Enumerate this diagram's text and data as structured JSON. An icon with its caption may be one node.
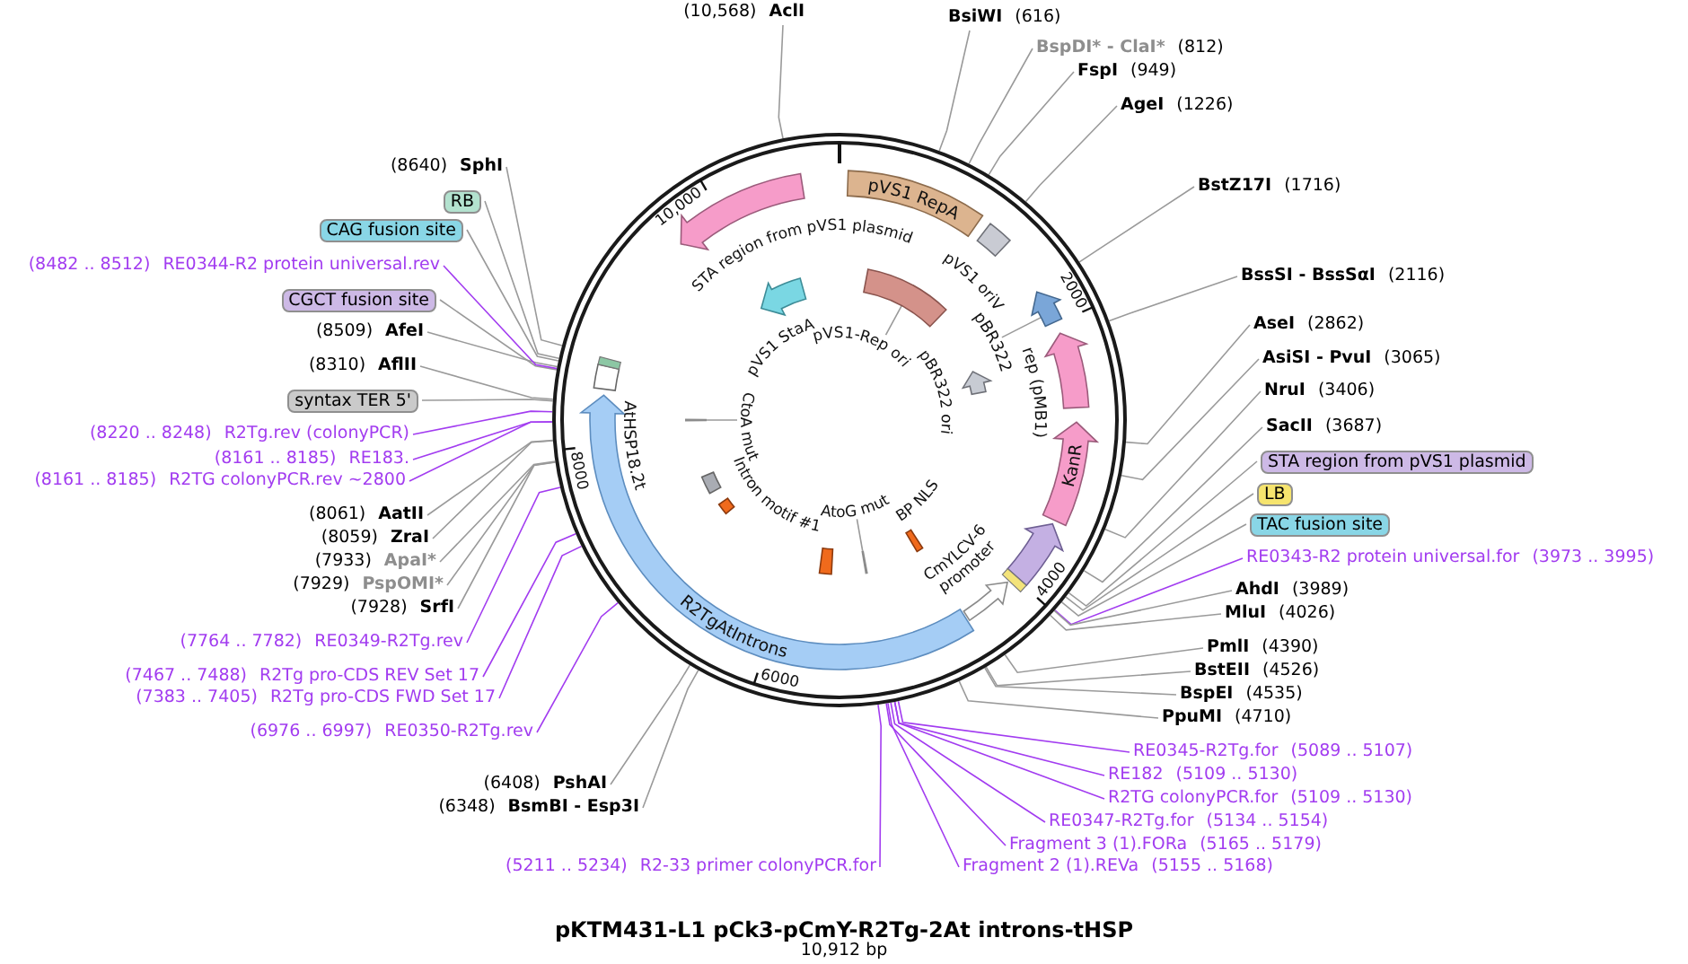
{
  "diagram": {
    "title": "pKTM431-L1 pCk3-pCmY-R2Tg-2At introns-tHSP",
    "nodes": [
      {
        "text": [
          "BsiWI",
          "(616)"
        ]
      },
      {
        "text": [
          "BspDI* - ClaI*",
          "(812)"
        ]
      },
      {
        "text": [
          "FspI",
          "(949)"
        ]
      },
      {
        "text": [
          "AgeI",
          "(1226)"
        ]
      },
      {
        "text": [
          "BstZ17I",
          "(1716)"
        ]
      },
      {
        "text": [
          "BssSI - BssSαI",
          "(2116)"
        ]
      },
      {
        "text": [
          "AseI",
          "(2862)"
        ]
      },
      {
        "text": [
          "AsiSI - PvuI",
          "(3065)"
        ]
      },
      {
        "text": [
          "NruI",
          "(3406)"
        ]
      },
      {
        "text": [
          "SacII",
          "(3687)"
        ]
      },
      {
        "text": [
          "STA region from pVS1 plasmid"
        ]
      },
      {
        "text": [
          "LB"
        ]
      },
      {
        "text": [
          "TAC fusion site"
        ]
      },
      {
        "text": [
          "RE0343-R2 protein universal.for",
          "(3973 .. 3995)"
        ]
      },
      {
        "text": [
          "AhdI",
          "(3989)"
        ]
      },
      {
        "text": [
          "MluI",
          "(4026)"
        ]
      },
      {
        "text": [
          "PmlI",
          "(4390)"
        ]
      },
      {
        "text": [
          "BstEII",
          "(4526)"
        ]
      },
      {
        "text": [
          "BspEI",
          "(4535)"
        ]
      },
      {
        "text": [
          "PpuMI",
          "(4710)"
        ]
      },
      {
        "text": [
          "RE0345-R2Tg.for",
          "(5089 .. 5107)"
        ]
      },
      {
        "text": [
          "RE182",
          "(5109 .. 5130)"
        ]
      },
      {
        "text": [
          "R2TG colonyPCR.for",
          "(5109 .. 5130)"
        ]
      },
      {
        "text": [
          "RE0347-R2Tg.for",
          "(5134 .. 5154)"
        ]
      },
      {
        "text": [
          "Fragment 3 (1).FORa",
          "(5165 .. 5179)"
        ]
      },
      {
        "text": [
          "Fragment 2 (1).REVa",
          "(5155 .. 5168)"
        ]
      },
      {
        "text": [
          "(5211 .. 5234)",
          "R2-33 primer colonyPCR.for"
        ]
      },
      {
        "text": [
          "(6348)",
          "BsmBI - Esp3I"
        ]
      },
      {
        "text": [
          "(6408)",
          "PshAI"
        ]
      },
      {
        "text": [
          "(6976 .. 6997)",
          "RE0350-R2Tg.rev"
        ]
      },
      {
        "text": [
          "(7383 .. 7405)",
          "R2Tg pro-CDS FWD Set 17"
        ]
      },
      {
        "text": [
          "(7467 .. 7488)",
          "R2Tg pro-CDS REV Set 17"
        ]
      },
      {
        "text": [
          "(7764 .. 7782)",
          "RE0349-R2Tg.rev"
        ]
      },
      {
        "text": [
          "(7928)",
          "SrfI"
        ]
      },
      {
        "text": [
          "(7929)",
          "PspOMI*"
        ]
      },
      {
        "text": [
          "(7933)",
          "ApaI*"
        ]
      },
      {
        "text": [
          "(8059)",
          "ZraI"
        ]
      },
      {
        "text": [
          "(8061)",
          "AatII"
        ]
      },
      {
        "text": [
          "(8161 .. 8185)",
          "R2TG colonyPCR.rev ~2800"
        ]
      },
      {
        "text": [
          "(8161 .. 8185)",
          "RE183."
        ]
      },
      {
        "text": [
          "(8220 .. 8248)",
          "R2Tg.rev (colonyPCR)"
        ]
      },
      {
        "text": [
          "syntax TER 5'"
        ]
      },
      {
        "text": [
          "(8310)",
          "AflII"
        ]
      },
      {
        "text": [
          "(8509)",
          "AfeI"
        ]
      },
      {
        "text": [
          "CGCT fusion site"
        ]
      },
      {
        "text": [
          "(8482 .. 8512)",
          "RE0344-R2 protein universal.rev"
        ]
      },
      {
        "text": [
          "CAG fusion site"
        ]
      },
      {
        "text": [
          "RB"
        ]
      },
      {
        "text": [
          "(8640)",
          "SphI"
        ]
      },
      {
        "text": [
          "(10,568)",
          "AclI"
        ]
      },
      {
        "text": [],
        "shape": "circle"
      },
      {
        "text": [
          "pVS1 RepA"
        ],
        "in": 50
      },
      {
        "text": [],
        "shape": "box",
        "beside": [
          "pVS1 oriV"
        ],
        "in": 50
      },
      {
        "text": [],
        "shape": "arrow",
        "in": 50
      },
      {
        "text": [],
        "shape": "arrow",
        "beside": [
          "rep (pMB1)"
        ],
        "in": 50
      },
      {
        "text": [
          "KanR"
        ],
        "in": 50
      },
      {
        "text": [],
        "shape": "arrow",
        "in": 50
      },
      {
        "text": [],
        "shape": "arrow",
        "in": 50
      },
      {
        "text": [
          "R2TgAtIntrons"
        ],
        "in": 50
      },
      {
        "text": [],
        "shape": "box",
        "in": 50
      },
      {
        "text": [],
        "shape": "arrow",
        "beside": [
          "STA region from pVS1 plasmid"
        ],
        "in": 50
      },
      {
        "text": [],
        "shape": "bar",
        "in": 50
      },
      {
        "text": [],
        "shape": "arrow",
        "in": 50
      },
      {
        "text": [],
        "shape": "box",
        "in": 50
      },
      {
        "text": [],
        "shape": "bar",
        "in": 50
      },
      {
        "text": [],
        "shape": "box",
        "in": 50
      },
      {
        "text": [],
        "shape": "box",
        "in": 50
      },
      {
        "text": [],
        "shape": "box",
        "in": 50
      },
      {
        "text": [],
        "shape": "bar",
        "in": 50
      },
      {
        "text": [],
        "shape": "arrow",
        "beside": [
          "pVS1 StaA"
        ],
        "in": 50
      },
      {
        "text": [
          "pVS1-Rep ori"
        ],
        "in": 50
      },
      {
        "text": [
          "pBR322"
        ],
        "in": 50
      },
      {
        "text": [
          "CtoA mut"
        ],
        "in": 50
      },
      {
        "text": [
          "AtoG mut"
        ],
        "in": 50
      }
    ],
    "edges": [
      {
        "from": 0,
        "to": 50,
        "arrow": "none"
      },
      {
        "from": 1,
        "to": 50,
        "arrow": "none"
      },
      {
        "from": 2,
        "to": 50,
        "arrow": "none"
      },
      {
        "from": 3,
        "to": 50,
        "arrow": "none"
      },
      {
        "from": 4,
        "to": 50,
        "arrow": "none"
      },
      {
        "from": 5,
        "to": 50,
        "arrow": "none"
      },
      {
        "from": 6,
        "to": 50,
        "arrow": "none"
      },
      {
        "from": 7,
        "to": 50,
        "arrow": "none"
      },
      {
        "from": 8,
        "to": 50,
        "arrow": "none"
      },
      {
        "from": 9,
        "to": 50,
        "arrow": "none"
      },
      {
        "from": 10,
        "to": 50,
        "arrow": "none"
      },
      {
        "from": 11,
        "to": 50,
        "arrow": "none"
      },
      {
        "from": 12,
        "to": 50,
        "arrow": "none"
      },
      {
        "from": 13,
        "to": 50,
        "arrow": "none",
        "color": "#a23cf0"
      },
      {
        "from": 14,
        "to": 50,
        "arrow": "none"
      },
      {
        "from": 15,
        "to": 50,
        "arrow": "none"
      },
      {
        "from": 16,
        "to": 50,
        "arrow": "none"
      },
      {
        "from": 17,
        "to": 50,
        "arrow": "none"
      },
      {
        "from": 18,
        "to": 50,
        "arrow": "none"
      },
      {
        "from": 19,
        "to": 50,
        "arrow": "none"
      },
      {
        "from": 20,
        "to": 50,
        "arrow": "none",
        "color": "#a23cf0"
      },
      {
        "from": 21,
        "to": 50,
        "arrow": "none",
        "color": "#a23cf0"
      },
      {
        "from": 22,
        "to": 50,
        "arrow": "none",
        "color": "#a23cf0"
      },
      {
        "from": 23,
        "to": 50,
        "arrow": "none",
        "color": "#a23cf0"
      },
      {
        "from": 24,
        "to": 50,
        "arrow": "none",
        "color": "#a23cf0"
      },
      {
        "from": 25,
        "to": 50,
        "arrow": "none",
        "color": "#a23cf0"
      },
      {
        "from": 26,
        "to": 50,
        "arrow": "none",
        "color": "#a23cf0"
      },
      {
        "from": 27,
        "to": 50,
        "arrow": "none"
      },
      {
        "from": 28,
        "to": 50,
        "arrow": "none"
      },
      {
        "from": 29,
        "to": 50,
        "arrow": "none",
        "color": "#a23cf0"
      },
      {
        "from": 30,
        "to": 50,
        "arrow": "none",
        "color": "#a23cf0"
      },
      {
        "from": 31,
        "to": 50,
        "arrow": "none",
        "color": "#a23cf0"
      },
      {
        "from": 32,
        "to": 50,
        "arrow": "none",
        "color": "#a23cf0"
      },
      {
        "from": 33,
        "to": 50,
        "arrow": "none"
      },
      {
        "from": 34,
        "to": 50,
        "arrow": "none"
      },
      {
        "from": 35,
        "to": 50,
        "arrow": "none"
      },
      {
        "from": 36,
        "to": 50,
        "arrow": "none"
      },
      {
        "from": 37,
        "to": 50,
        "arrow": "none"
      },
      {
        "from": 38,
        "to": 50,
        "arrow": "none",
        "color": "#a23cf0"
      },
      {
        "from": 39,
        "to": 50,
        "arrow": "none",
        "color": "#a23cf0"
      },
      {
        "from": 40,
        "to": 50,
        "arrow": "none",
        "color": "#a23cf0"
      },
      {
        "from": 41,
        "to": 50,
        "arrow": "none"
      },
      {
        "from": 42,
        "to": 50,
        "arrow": "none"
      },
      {
        "from": 43,
        "to": 50,
        "arrow": "none"
      },
      {
        "from": 44,
        "to": 50,
        "arrow": "none"
      },
      {
        "from": 45,
        "to": 50,
        "arrow": "none",
        "color": "#a23cf0"
      },
      {
        "from": 46,
        "to": 50,
        "arrow": "none"
      },
      {
        "from": 47,
        "to": 50,
        "arrow": "none"
      },
      {
        "from": 48,
        "to": 50,
        "arrow": "none"
      },
      {
        "from": 49,
        "to": 50,
        "arrow": "none"
      },
      {
        "from": 70,
        "to": 61,
        "arrow": "none"
      },
      {
        "from": 71,
        "to": 53,
        "arrow": "none"
      },
      {
        "from": 72,
        "to": 68,
        "arrow": "none"
      },
      {
        "from": 73,
        "to": 64,
        "arrow": "none"
      }
    ],
    "labels": [
      "10,000",
      "2000",
      "4000",
      "6000",
      "8000",
      "pBR322 ori",
      "AtHSP18.2t",
      "Intron motif #1",
      "BP NLS",
      "CmYLCV-6 promoter",
      "10,912 bp"
    ]
  }
}
